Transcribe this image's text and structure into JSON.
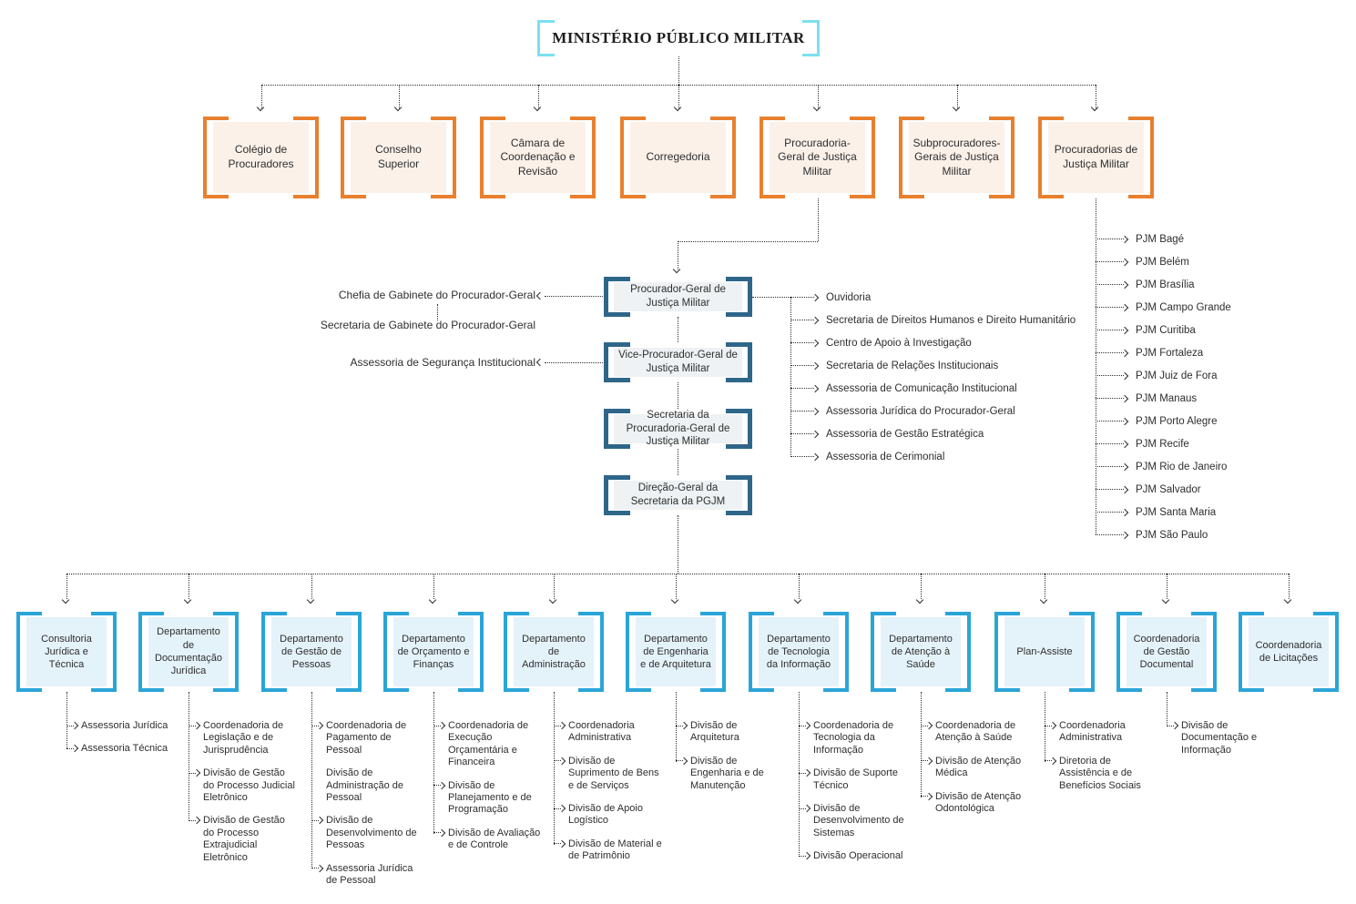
{
  "title": "MINISTÉRIO PÚBLICO MILITAR",
  "colors": {
    "root_bracket": "#7ce0f0",
    "level2_bracket": "#e8802e",
    "level2_fill": "#fbf1e9",
    "center_bracket": "#2e6689",
    "center_fill": "#eef2f4",
    "department_bracket": "#2aa5d8",
    "department_fill": "#e4f2fa",
    "line": "#2f2f2f"
  },
  "level2": [
    "Colégio de Procuradores",
    "Conselho Superior",
    "Câmara de Coordenação e Revisão",
    "Corregedoria",
    "Procuradoria-Geral de Justiça Militar",
    "Subprocuradores-Gerais de Justiça Militar",
    "Procuradorias de Justiça Militar"
  ],
  "center_boxes": [
    "Procurador-Geral de Justiça Militar",
    "Vice-Procurador-Geral de Justiça Militar",
    "Secretaria da Procuradoria-Geral de Justiça Militar",
    "Direção-Geral da Secretaria da PGJM"
  ],
  "left_labels": [
    "Chefia de Gabinete do Procurador-Geral",
    "Secretaria de Gabinete do Procurador-Geral",
    "Assessoria de Segurança Institucional"
  ],
  "pgjm_units": [
    "Ouvidoria",
    "Secretaria de Direitos Humanos e Direito Humanitário",
    "Centro de Apoio à Investigação",
    "Secretaria de Relações Institucionais",
    "Assessoria de Comunicação Institucional",
    "Assessoria Jurídica do Procurador-Geral",
    "Assessoria de Gestão Estratégica",
    "Assessoria de Cerimonial"
  ],
  "pjm_list": [
    "PJM Bagé",
    "PJM Belém",
    "PJM Brasília",
    "PJM Campo Grande",
    "PJM Curitiba",
    "PJM Fortaleza",
    "PJM Juiz de Fora",
    "PJM Manaus",
    "PJM Porto Alegre",
    "PJM Recife",
    "PJM Rio de Janeiro",
    "PJM Salvador",
    "PJM Santa Maria",
    "PJM São Paulo"
  ],
  "departments": [
    {
      "label": "Consultoria Jurídica e Técnica",
      "children": [
        {
          "label": "Assessoria Jurídica"
        },
        {
          "label": "Assessoria Técnica"
        }
      ]
    },
    {
      "label": "Departamento de Documentação Jurídica",
      "children": [
        {
          "label": "Coordenadoria de Legislação e de Jurisprudência"
        },
        {
          "label": "Divisão de Gestão do Processo Judicial Eletrônico"
        },
        {
          "label": "Divisão de Gestão do Processo Extrajudicial Eletrônico"
        }
      ]
    },
    {
      "label": "Departamento de Gestão de Pessoas",
      "children": [
        {
          "label": "Coordenadoria de Pagamento de Pessoal"
        },
        {
          "label": "Divisão de Administração de Pessoal",
          "arrow": false
        },
        {
          "label": "Divisão de Desenvolvimento de Pessoas"
        },
        {
          "label": "Assessoria Jurídica de Pessoal"
        }
      ]
    },
    {
      "label": "Departamento de Orçamento e Finanças",
      "children": [
        {
          "label": "Coordenadoria de Execução Orçamentária e Financeira"
        },
        {
          "label": "Divisão de Planejamento e de Programação"
        },
        {
          "label": "Divisão de Avaliação e de Controle"
        }
      ]
    },
    {
      "label": "Departamento de Administração",
      "children": [
        {
          "label": "Coordenadoria Administrativa"
        },
        {
          "label": "Divisão de Suprimento de Bens e de Serviços"
        },
        {
          "label": "Divisão de Apoio Logístico"
        },
        {
          "label": "Divisão de Material e de Patrimônio"
        }
      ]
    },
    {
      "label": "Departamento de Engenharia e de Arquitetura",
      "children": [
        {
          "label": "Divisão de Arquitetura"
        },
        {
          "label": "Divisão de Engenharia e de Manutenção"
        }
      ]
    },
    {
      "label": "Departamento de Tecnologia da Informação",
      "children": [
        {
          "label": "Coordenadoria de Tecnologia da Informação"
        },
        {
          "label": "Divisão de Suporte Técnico"
        },
        {
          "label": "Divisão de Desenvolvimento de Sistemas"
        },
        {
          "label": "Divisão Operacional"
        }
      ]
    },
    {
      "label": "Departamento de Atenção à Saúde",
      "children": [
        {
          "label": "Coordenadoria de Atenção à Saúde"
        },
        {
          "label": "Divisão de Atenção Médica"
        },
        {
          "label": "Divisão de Atenção Odontológica"
        }
      ]
    },
    {
      "label": "Plan-Assiste",
      "children": [
        {
          "label": "Coordenadoria Administrativa"
        },
        {
          "label": "Diretoria de Assistência e de Benefícios Sociais"
        }
      ]
    },
    {
      "label": "Coordenadoria de Gestão Documental",
      "children": [
        {
          "label": "Divisão de Documentação e Informação"
        }
      ]
    },
    {
      "label": "Coordenadoria de Licitações",
      "children": []
    }
  ]
}
